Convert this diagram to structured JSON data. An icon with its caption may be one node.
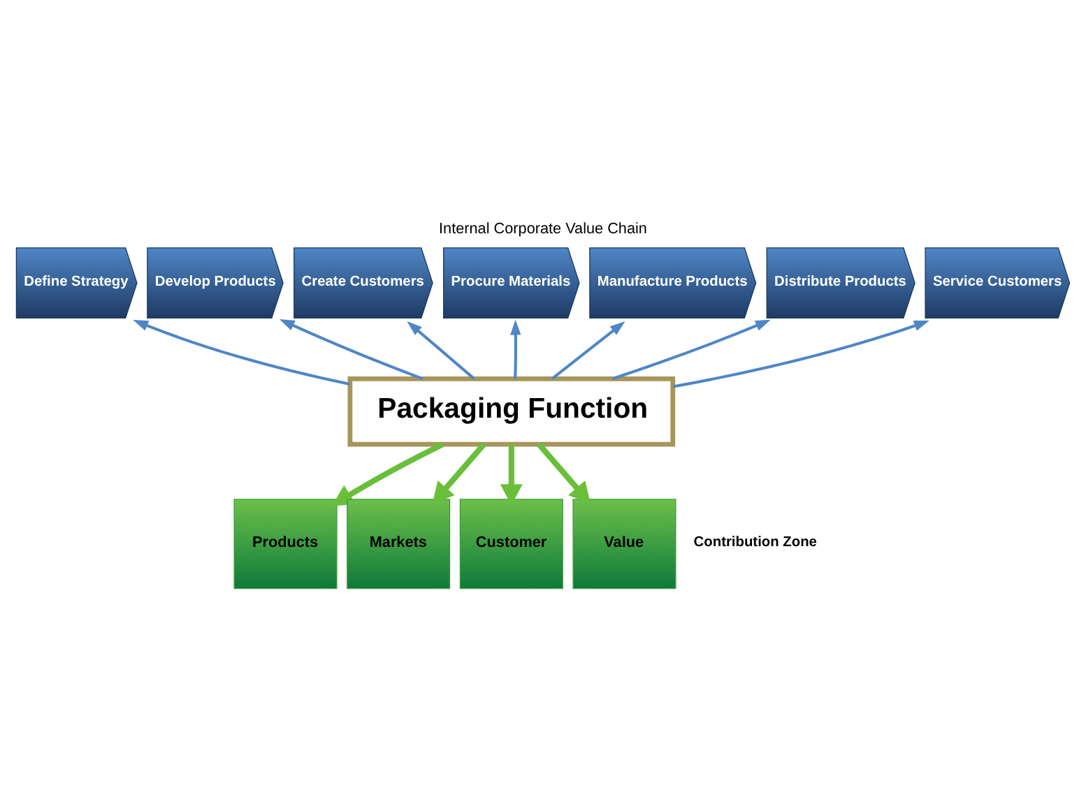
{
  "diagram": {
    "title": "Internal Corporate Value Chain",
    "nodes": [
      {
        "text": [
          "Define Strategy"
        ]
      },
      {
        "text": [
          "Develop Products"
        ]
      },
      {
        "text": [
          "Create Customers"
        ]
      },
      {
        "text": [
          "Procure Materials"
        ]
      },
      {
        "text": [
          "Manufacture Products"
        ]
      },
      {
        "text": [
          "Distribute Products"
        ]
      },
      {
        "text": [
          "Service Customers"
        ]
      },
      {
        "text": [
          "Packaging Function"
        ]
      },
      {
        "text": [
          "Products"
        ]
      },
      {
        "text": [
          "Markets"
        ]
      },
      {
        "text": [
          "Customer"
        ]
      },
      {
        "text": [
          "Value"
        ]
      }
    ],
    "edges": [
      {
        "from": 7,
        "to": 0,
        "arrow": "to"
      },
      {
        "from": 7,
        "to": 1,
        "arrow": "to"
      },
      {
        "from": 7,
        "to": 2,
        "arrow": "to"
      },
      {
        "from": 7,
        "to": 3,
        "arrow": "to"
      },
      {
        "from": 7,
        "to": 4,
        "arrow": "to"
      },
      {
        "from": 7,
        "to": 5,
        "arrow": "to"
      },
      {
        "from": 7,
        "to": 6,
        "arrow": "to"
      },
      {
        "from": 7,
        "to": 8,
        "arrow": "to",
        "style": "thick",
        "color": "#6abf3a"
      },
      {
        "from": 7,
        "to": 9,
        "arrow": "to",
        "style": "thick",
        "color": "#6abf3a"
      },
      {
        "from": 7,
        "to": 10,
        "arrow": "to",
        "style": "thick",
        "color": "#6abf3a"
      },
      {
        "from": 7,
        "to": 11,
        "arrow": "to",
        "style": "thick",
        "color": "#6abf3a"
      }
    ],
    "labels": [
      "Contribution Zone"
    ]
  }
}
